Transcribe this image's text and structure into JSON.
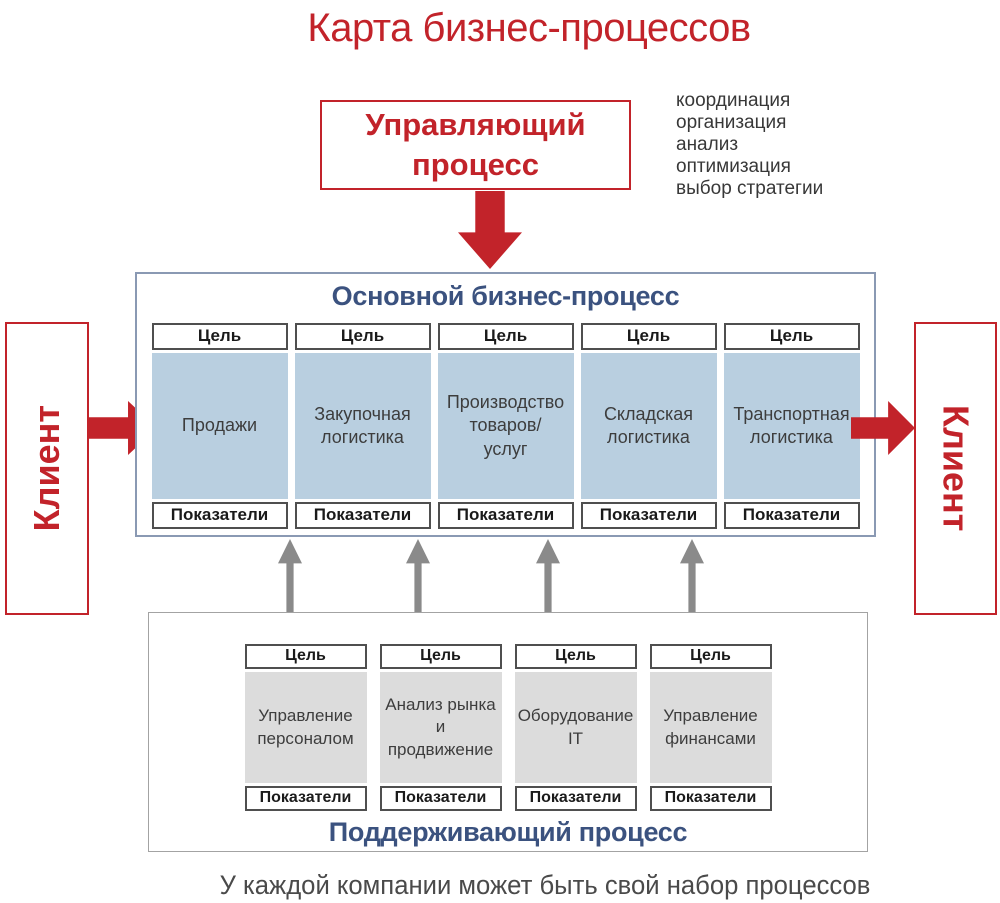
{
  "title": "Карта бизнес-процессов",
  "managing_process": {
    "label": "Управляющий процесс",
    "functions": [
      "координация",
      "организация",
      "анализ",
      "оптимизация",
      "выбор стратегии"
    ]
  },
  "main_process": {
    "title": "Основной бизнес-процесс",
    "goal_label": "Цель",
    "metrics_label": "Показатели",
    "columns": [
      "Продажи",
      "Закупочная\nлогистика",
      "Производство\nтоваров/\nуслуг",
      "Складская\nлогистика",
      "Транспортная\nлогистика"
    ]
  },
  "supporting_process": {
    "title": "Поддерживающий процесс",
    "goal_label": "Цель",
    "metrics_label": "Показатели",
    "columns": [
      "Управление\nперсоналом",
      "Анализ рынка\nи\nпродвижение",
      "Оборудование\nIT",
      "Управление\nфинансами"
    ]
  },
  "client_left": "Клиент",
  "client_right": "Клиент",
  "footnote": "У каждой компании может быть свой набор процессов",
  "colors": {
    "accent_red": "#c2232a",
    "heading_blue": "#3b527f",
    "cell_blue": "#b9cfe0",
    "cell_gray": "#dcdcdc",
    "arrow_gray": "#8a8a8a",
    "main_border": "#8a99b3",
    "support_border": "#a3a3a3"
  }
}
